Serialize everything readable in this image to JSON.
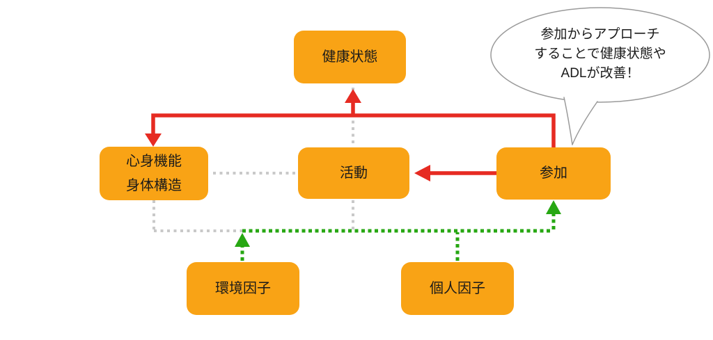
{
  "diagram": {
    "boxes": {
      "health": {
        "label": "健康状態"
      },
      "body_function": {
        "label": "心身機能\n身体構造"
      },
      "activity": {
        "label": "活動"
      },
      "participation": {
        "label": "参加"
      },
      "environment": {
        "label": "環境因子"
      },
      "personal": {
        "label": "個人因子"
      }
    },
    "callout": {
      "text": "参加からアプローチ\nすることで健康状態や\nADLが改善！"
    }
  },
  "theme": {
    "box_fill": "#F9A315",
    "red_arrow": "#E62B22",
    "green_arrow": "#27A713",
    "gray_dotted": "#C9C9C9",
    "callout_border": "#9A9A9A",
    "background": "#FFFFFF",
    "text": "#1A1A1A"
  }
}
